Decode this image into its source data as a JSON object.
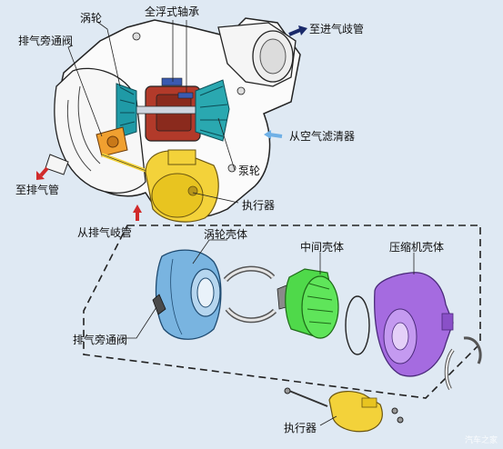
{
  "labels": {
    "turbine": "涡轮",
    "floating_bearing": "全浮式轴承",
    "to_intake_manifold": "至进气歧管",
    "wastegate_top": "排气旁通阀",
    "from_air_filter": "从空气滤清器",
    "to_exhaust_pipe": "至排气管",
    "pump_wheel": "泵轮",
    "actuator_top": "执行器",
    "from_exhaust_manifold": "从排气岐管",
    "turbine_housing": "涡轮壳体",
    "center_housing": "中间壳体",
    "compressor_housing": "压缩机壳体",
    "wastegate_bottom": "排气旁通阀",
    "actuator_bottom": "执行器"
  },
  "watermark": "汽车之家",
  "colors": {
    "background": "#dfe9f3",
    "turbine_housing": "#79b4e0",
    "center_housing": "#4fd94a",
    "compressor_housing": "#a56be0",
    "actuator": "#f3d23a",
    "wastegate_arm": "#f0a030",
    "bearing_housing": "#b23a2a",
    "arrow_exhaust": "#d02a2a",
    "arrow_intake": "#2a7ad0",
    "arrow_manifold": "#1a2a6a"
  }
}
